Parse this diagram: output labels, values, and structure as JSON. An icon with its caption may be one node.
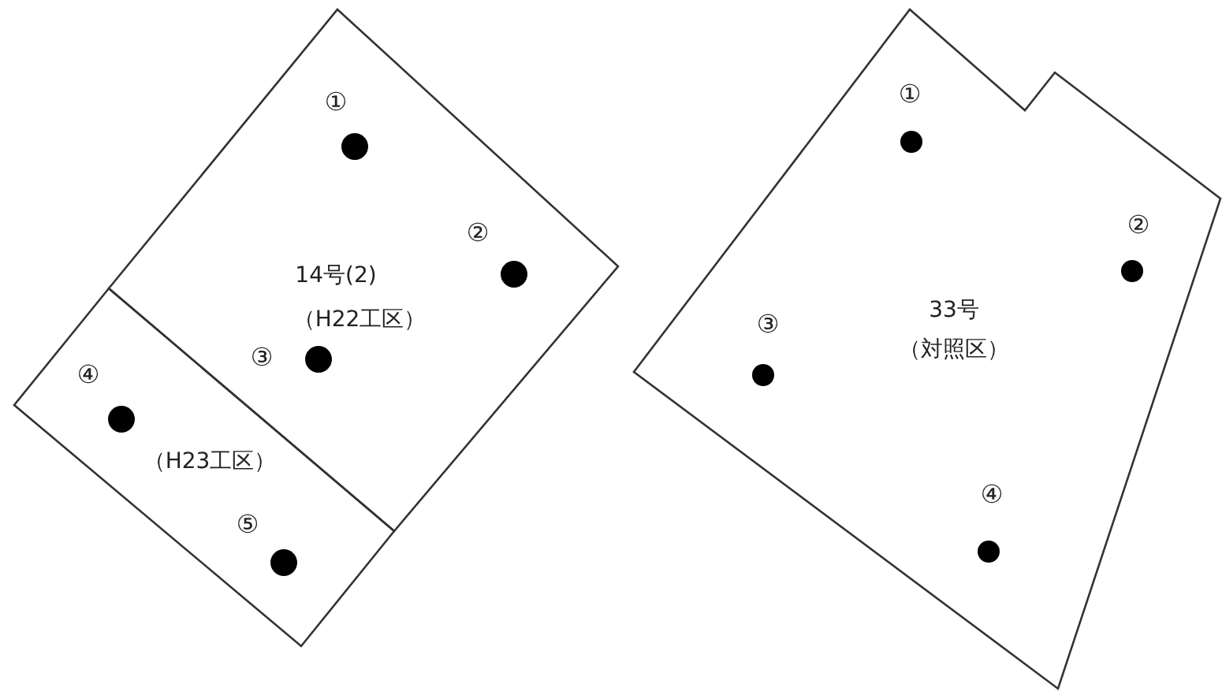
{
  "diagram": {
    "nodes": [
      {
        "text": [
          "14号(2)",
          "（H22工区）"
        ]
      },
      {
        "text": [
          "（H23工区）"
        ]
      },
      {
        "text": [
          "33号",
          "（対照区）"
        ]
      }
    ],
    "labels": [
      "①",
      "②",
      "③",
      "④",
      "⑤",
      "①",
      "②",
      "③",
      "④"
    ]
  }
}
